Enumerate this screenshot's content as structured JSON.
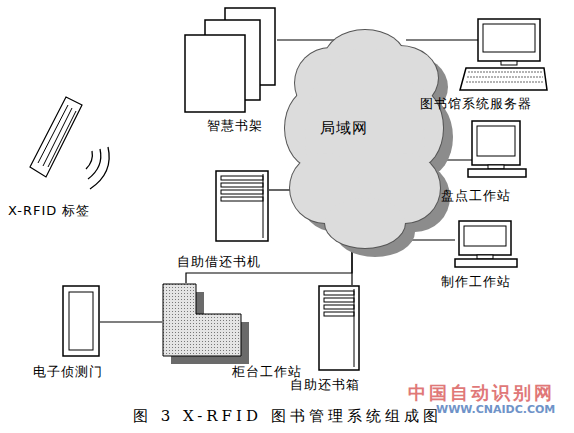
{
  "diagram": {
    "caption": "图 3 X-RFID 图书管理系统组成图",
    "nodes": [
      {
        "text": [
          "智慧书架"
        ]
      },
      {
        "text": [
          "局域网"
        ]
      },
      {
        "text": [
          "图书馆系统服务器"
        ]
      },
      {
        "text": [
          "盘点工作站"
        ]
      },
      {
        "text": [
          "X-RFID 标签"
        ]
      },
      {
        "text": [
          "自助借还书机"
        ]
      },
      {
        "text": [
          "制作工作站"
        ]
      },
      {
        "text": [
          "电子侦测门"
        ]
      },
      {
        "text": [
          "柜台工作站"
        ]
      },
      {
        "text": [
          "自助还书箱"
        ]
      }
    ],
    "edges": [
      {
        "from": 0,
        "to": 1,
        "arrow": "none"
      },
      {
        "from": 1,
        "to": 2,
        "arrow": "none"
      },
      {
        "from": 1,
        "to": 3,
        "arrow": "none"
      },
      {
        "from": 1,
        "to": 5,
        "arrow": "none"
      },
      {
        "from": 1,
        "to": 6,
        "arrow": "none"
      },
      {
        "from": 1,
        "to": 8,
        "arrow": "none"
      },
      {
        "from": 1,
        "to": 9,
        "arrow": "none"
      },
      {
        "from": 7,
        "to": 8,
        "arrow": "none"
      }
    ],
    "labels": [
      "中国自动识别网",
      "WWW.CNAIDC.COM"
    ]
  }
}
